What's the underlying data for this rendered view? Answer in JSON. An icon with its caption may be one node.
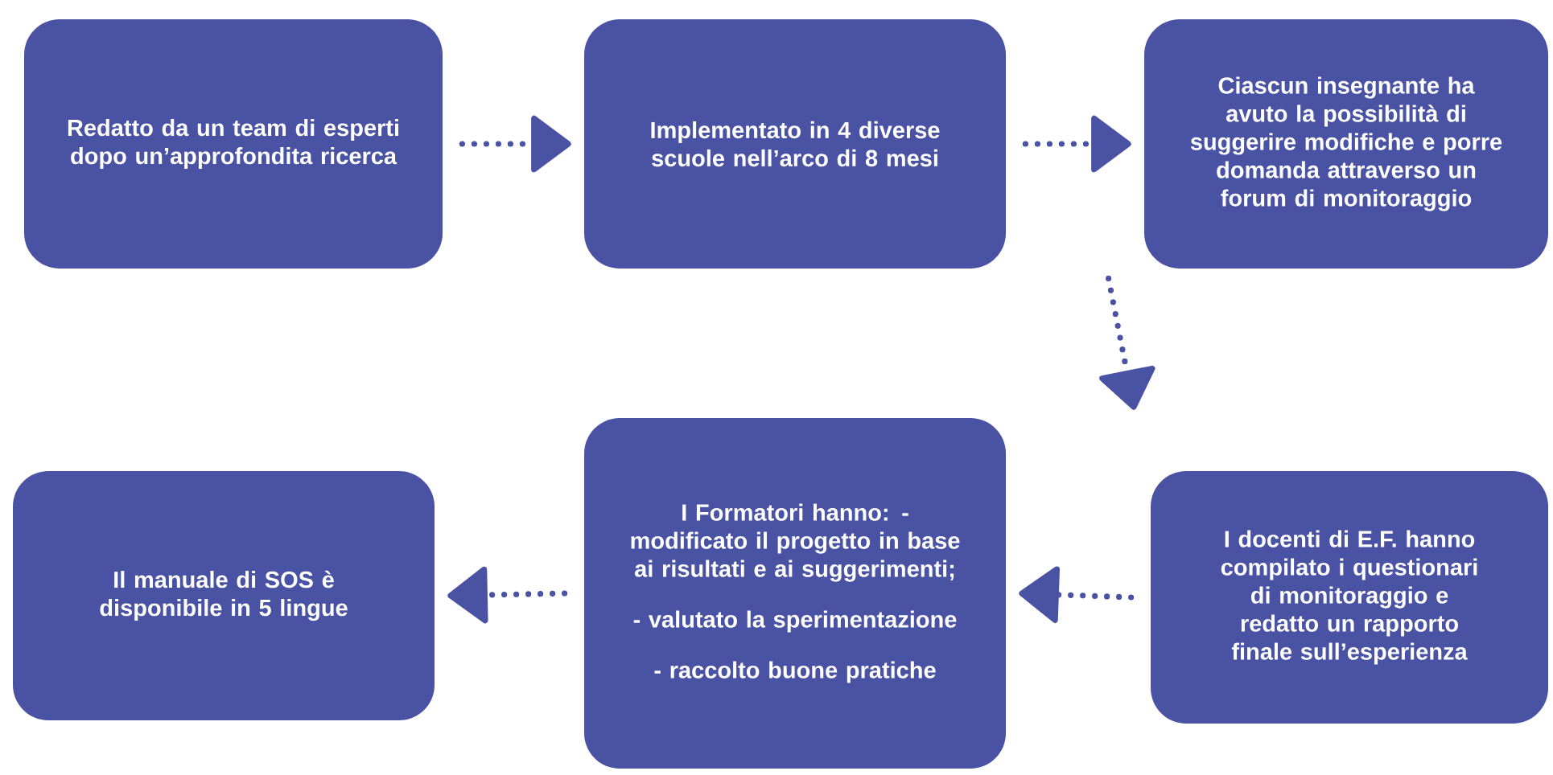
{
  "diagram": {
    "nodes": [
      {
        "text": [
          "Redatto da un team di esperti dopo un’approfondita ricerca"
        ]
      },
      {
        "text": [
          "Implementato in 4 diverse scuole nell’arco di 8 mesi"
        ]
      },
      {
        "text": [
          "Ciascun insegnante ha avuto la possibilità di suggerire modifiche e porre domanda attraverso un forum di monitoraggio"
        ]
      },
      {
        "text": [
          "Il manuale di SOS è disponibile in 5 lingue"
        ]
      },
      {
        "text": [
          "I Formatori hanno: - modificato il progetto in base ai risultati e ai suggerimenti;",
          "- valutato la sperimentazione",
          "- raccolto buone pratiche"
        ]
      },
      {
        "text": [
          "I docenti di E.F. hanno compilato i questionari di monitoraggio e redatto un rapporto finale sull’esperienza"
        ]
      }
    ],
    "edges": [
      {
        "from": 0,
        "to": 1,
        "arrow": "to"
      },
      {
        "from": 1,
        "to": 2,
        "arrow": "to"
      },
      {
        "from": 2,
        "to": 5,
        "arrow": "to"
      },
      {
        "from": 5,
        "to": 4,
        "arrow": "to"
      },
      {
        "from": 4,
        "to": 3,
        "arrow": "to"
      }
    ]
  }
}
